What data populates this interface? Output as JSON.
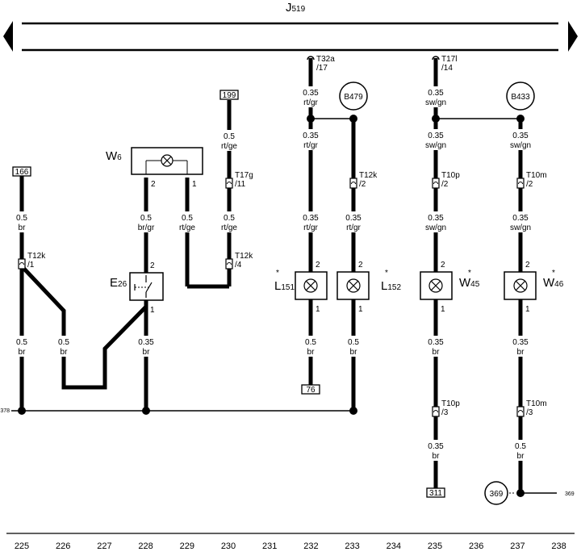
{
  "bus": {
    "label": "J",
    "sub": "519"
  },
  "refs": {
    "r199": "199",
    "r166": "166",
    "r76": "76",
    "r311": "311",
    "left378": "378",
    "right369": "369"
  },
  "circles": {
    "b479": "B479",
    "b433": "B433",
    "c369": "369"
  },
  "components": {
    "w6": {
      "label": "W",
      "sub": "6"
    },
    "e26": {
      "label": "E",
      "sub": "26"
    },
    "l151": {
      "label": "L",
      "sub": "151"
    },
    "l152": {
      "label": "L",
      "sub": "152"
    },
    "w45": {
      "label": "W",
      "sub": "45"
    },
    "w46": {
      "label": "W",
      "sub": "46"
    }
  },
  "star": "*",
  "pins": {
    "p1": "1",
    "p2": "2"
  },
  "connectors": {
    "t32a": [
      "T32a",
      "/17"
    ],
    "t17l": [
      "T17l",
      "/14"
    ],
    "t17g": [
      "T17g",
      "/11"
    ],
    "t12k_a": [
      "T12k",
      "/1"
    ],
    "t12k_b": [
      "T12k",
      "/4"
    ],
    "t12k_c": [
      "T12k",
      "/2"
    ],
    "t10p_a": [
      "T10p",
      "/2"
    ],
    "t10m_a": [
      "T10m",
      "/2"
    ],
    "t10p_b": [
      "T10p",
      "/3"
    ],
    "t10m_b": [
      "T10m",
      "/3"
    ]
  },
  "wire_labels": [
    [
      "0.35",
      "rt/gr"
    ],
    [
      "0.35",
      "sw/gn"
    ],
    [
      "0.5",
      "rt/ge"
    ],
    [
      "0.35",
      "rt/gr"
    ],
    [
      "0.35",
      "sw/gn"
    ],
    [
      "0.35",
      "sw/gn"
    ],
    [
      "0.5",
      "br"
    ],
    [
      "0.5",
      "br/gr"
    ],
    [
      "0.5",
      "rt/ge"
    ],
    [
      "0.5",
      "rt/ge"
    ],
    [
      "0.35",
      "rt/gr"
    ],
    [
      "0.35",
      "rt/gr"
    ],
    [
      "0.35",
      "sw/gn"
    ],
    [
      "0.35",
      "sw/gn"
    ],
    [
      "0.5",
      "br"
    ],
    [
      "0.5",
      "br"
    ],
    [
      "0.35",
      "br"
    ],
    [
      "0.5",
      "br"
    ],
    [
      "0.5",
      "br"
    ],
    [
      "0.35",
      "br"
    ],
    [
      "0.35",
      "br"
    ],
    [
      "0.35",
      "br"
    ],
    [
      "0.5",
      "br"
    ]
  ],
  "columns": [
    "225",
    "226",
    "227",
    "228",
    "229",
    "230",
    "231",
    "232",
    "233",
    "234",
    "235",
    "236",
    "237",
    "238"
  ]
}
